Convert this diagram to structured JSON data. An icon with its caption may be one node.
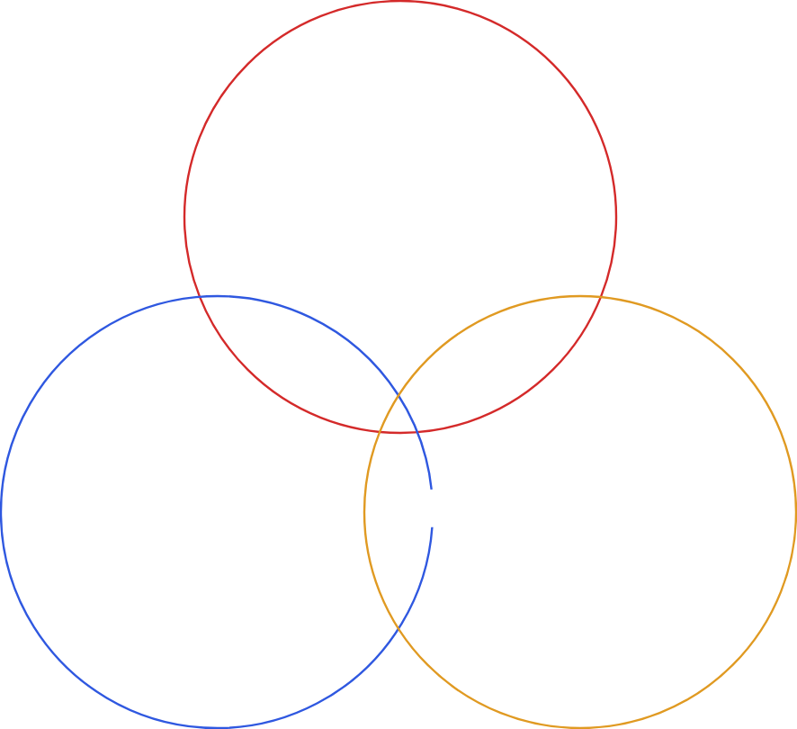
{
  "diagram": {
    "nodes": [
      {
        "text": [],
        "shape": "circle"
      },
      {
        "text": [],
        "shape": "circle"
      },
      {
        "text": [],
        "shape": "circle"
      }
    ]
  }
}
